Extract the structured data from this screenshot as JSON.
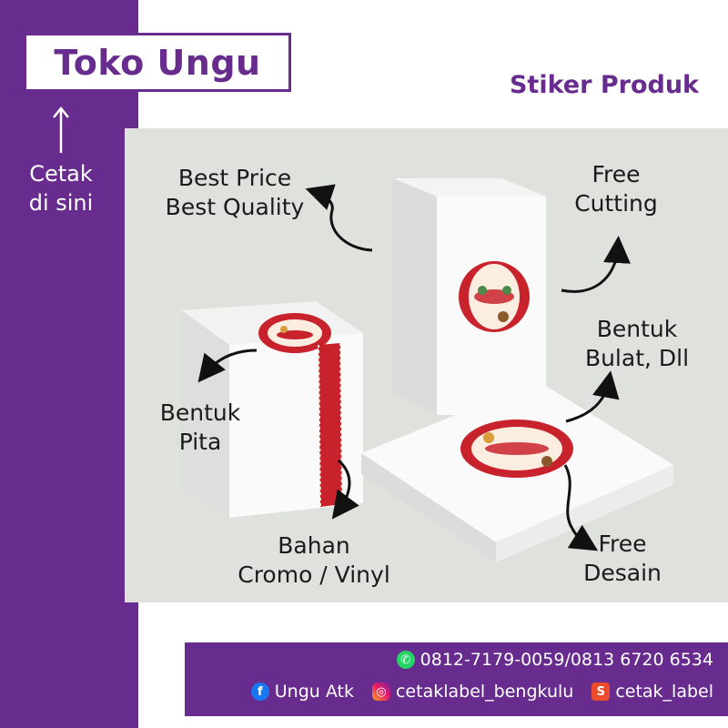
{
  "brand": {
    "name": "Toko Ungu",
    "cta": [
      "Cetak",
      "di sini"
    ],
    "subtitle": "Stiker Produk"
  },
  "colors": {
    "brand": "#672c8e",
    "scene_bg": "#dfe1dd",
    "sticker_red": "#c8232c"
  },
  "labels": {
    "best": [
      "Best Price",
      "Best Quality"
    ],
    "cutting": [
      "Free",
      "Cutting"
    ],
    "bulat": [
      "Bentuk",
      "Bulat, Dll"
    ],
    "pita": [
      "Bentuk",
      "Pita"
    ],
    "bahan": [
      "Bahan",
      "Cromo / Vinyl"
    ],
    "desain": [
      "Free",
      "Desain"
    ]
  },
  "footer": {
    "phone": "0812-7179-0059/0813 6720 6534",
    "facebook": "Ungu Atk",
    "instagram": "cetaklabel_bengkulu",
    "shopee": "cetak_label",
    "icons": [
      "whatsapp-icon",
      "facebook-icon",
      "instagram-icon",
      "shopee-icon"
    ]
  }
}
